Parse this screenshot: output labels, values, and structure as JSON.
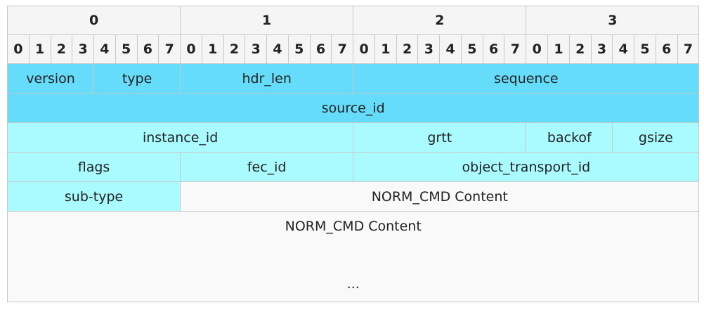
{
  "header": {
    "bytes": [
      "0",
      "1",
      "2",
      "3"
    ],
    "bits": [
      "0",
      "1",
      "2",
      "3",
      "4",
      "5",
      "6",
      "7"
    ]
  },
  "rows": [
    {
      "fields": [
        {
          "label": "version",
          "span": 4,
          "color": "#66dcfb"
        },
        {
          "label": "type",
          "span": 4,
          "color": "#66dcfb"
        },
        {
          "label": "hdr_len",
          "span": 8,
          "color": "#66dcfb"
        },
        {
          "label": "sequence",
          "span": 16,
          "color": "#66dcfb"
        }
      ]
    },
    {
      "fields": [
        {
          "label": "source_id",
          "span": 32,
          "color": "#66dcfb"
        }
      ]
    },
    {
      "fields": [
        {
          "label": "instance_id",
          "span": 16,
          "color": "#aafbff"
        },
        {
          "label": "grtt",
          "span": 8,
          "color": "#aafbff"
        },
        {
          "label": "backof",
          "span": 4,
          "color": "#aafbff"
        },
        {
          "label": "gsize",
          "span": 4,
          "color": "#aafbff"
        }
      ]
    },
    {
      "fields": [
        {
          "label": "flags",
          "span": 8,
          "color": "#aafbff"
        },
        {
          "label": "fec_id",
          "span": 8,
          "color": "#aafbff"
        },
        {
          "label": "object_transport_id",
          "span": 16,
          "color": "#aafbff"
        }
      ]
    },
    {
      "fields": [
        {
          "label": "sub-type",
          "span": 8,
          "color": "#aafbff"
        },
        {
          "label": "NORM_CMD Content",
          "span": 24,
          "color": "#f9f9f9"
        }
      ]
    }
  ],
  "tail": {
    "label": "NORM_CMD Content",
    "ellipsis": "..."
  }
}
